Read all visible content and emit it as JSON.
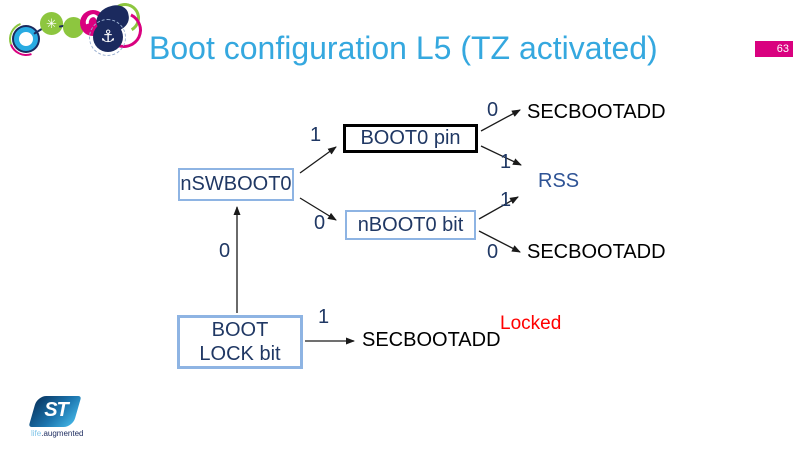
{
  "slide": {
    "title": "Boot configuration L5 (TZ activated)",
    "page_number": "63"
  },
  "colors": {
    "title_blue": "#35a8df",
    "badge_pink": "#d9017f",
    "text_navy": "#203864",
    "box_border_blue": "#8eb4e3",
    "boot0pin_border": "#000000",
    "locked_red": "#ff0000",
    "logo_green": "#8dc63f",
    "logo_navy": "#1b2a5e",
    "st_light_blue": "#45b8e8"
  },
  "diagram": {
    "nodes": {
      "nswboot0": {
        "label": "nSWBOOT0"
      },
      "boot0_pin": {
        "label": "BOOT0 pin"
      },
      "nboot0_bit": {
        "label": "nBOOT0 bit"
      },
      "boot_lock_bit": {
        "line1": "BOOT",
        "line2": "LOCK bit"
      }
    },
    "edge_labels": {
      "nswboot0_to_boot0pin": "1",
      "nswboot0_to_nboot0bit": "0",
      "boot0pin_to_secbootadd": "0",
      "boot0pin_to_rss": "1",
      "nboot0bit_to_rss": "1",
      "nboot0bit_to_secbootadd": "0",
      "bootlock_to_nswboot0": "0",
      "bootlock_to_secbootadd": "1"
    },
    "outputs": {
      "secbootadd_top": "SECBOOTADD",
      "rss": "RSS",
      "secbootadd_mid": "SECBOOTADD",
      "secbootadd_bottom": "SECBOOTADD",
      "locked": "Locked"
    }
  },
  "icons": {
    "asterisk_glyph": "✳",
    "figure_glyph": "⚓"
  },
  "footer": {
    "tagline_light": "life",
    "tagline_rest": ".augmented"
  }
}
